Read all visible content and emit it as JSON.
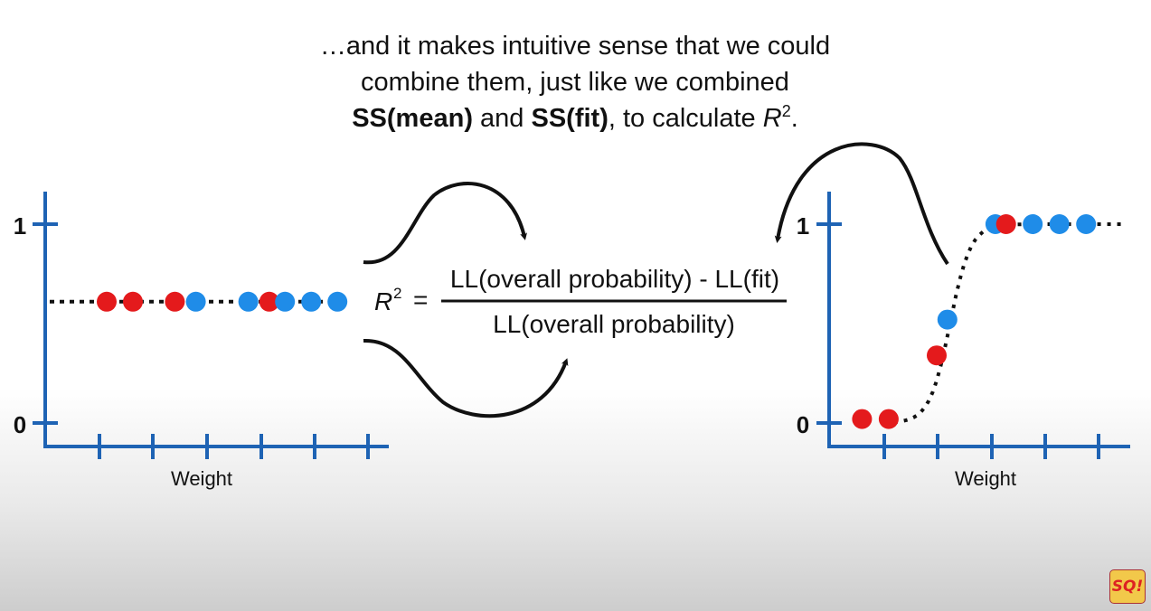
{
  "caption": {
    "line1": "…and it makes intuitive sense that we could",
    "line2": "combine them, just like we combined",
    "ss_mean": "SS(mean)",
    "and": " and ",
    "ss_fit": "SS(fit)",
    "to_calc": ", to calculate ",
    "r": "R",
    "sup": "2",
    "period": "."
  },
  "formula": {
    "r": "R",
    "sup": "2",
    "equals": "=",
    "numerator": "LL(overall probability) - LL(fit)",
    "denominator": "LL(overall probability)"
  },
  "left_plot": {
    "xlabel": "Weight",
    "y_ticks": [
      "1",
      "0"
    ],
    "ylim": [
      0,
      1
    ],
    "line": {
      "type": "horizontal",
      "y": 0.61
    },
    "points": [
      {
        "x": 1,
        "y": 0.61,
        "class": "red"
      },
      {
        "x": 1.5,
        "y": 0.61,
        "class": "red"
      },
      {
        "x": 2.3,
        "y": 0.61,
        "class": "red"
      },
      {
        "x": 2.7,
        "y": 0.61,
        "class": "blue"
      },
      {
        "x": 3.7,
        "y": 0.61,
        "class": "blue"
      },
      {
        "x": 4.1,
        "y": 0.61,
        "class": "red"
      },
      {
        "x": 4.4,
        "y": 0.61,
        "class": "blue"
      },
      {
        "x": 4.9,
        "y": 0.61,
        "class": "blue"
      },
      {
        "x": 5.4,
        "y": 0.61,
        "class": "blue"
      }
    ]
  },
  "right_plot": {
    "xlabel": "Weight",
    "y_ticks": [
      "1",
      "0"
    ],
    "ylim": [
      0,
      1
    ],
    "line": {
      "type": "logistic"
    },
    "points": [
      {
        "x": 0.6,
        "y": 0.02,
        "class": "red"
      },
      {
        "x": 1.1,
        "y": 0.02,
        "class": "red"
      },
      {
        "x": 2.0,
        "y": 0.34,
        "class": "red"
      },
      {
        "x": 2.2,
        "y": 0.52,
        "class": "blue"
      },
      {
        "x": 3.1,
        "y": 1.0,
        "class": "blue"
      },
      {
        "x": 3.3,
        "y": 1.0,
        "class": "red"
      },
      {
        "x": 3.8,
        "y": 1.0,
        "class": "blue"
      },
      {
        "x": 4.3,
        "y": 1.0,
        "class": "blue"
      },
      {
        "x": 4.8,
        "y": 1.0,
        "class": "blue"
      }
    ]
  },
  "colors": {
    "axis": "#1e63b4",
    "red": "#e41a1c",
    "blue": "#1f8ce8",
    "ink": "#111111"
  },
  "badge": {
    "text": "SQ!"
  }
}
